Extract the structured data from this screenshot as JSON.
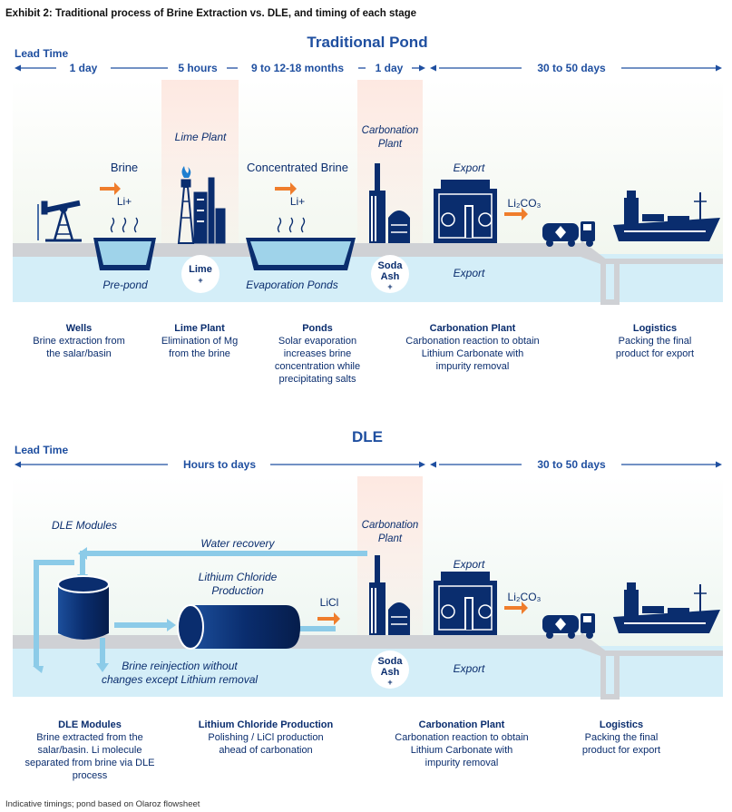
{
  "exhibit_title": "Exhibit 2: Traditional process of Brine Extraction vs. DLE, and timing of each stage",
  "footnote": "Indicative timings; pond based on Olaroz flowsheet",
  "traditional": {
    "title": "Traditional Pond",
    "lead_time_label": "Lead Time",
    "timings": [
      "1 day",
      "5 hours",
      "9 to 12-18 months",
      "1 day",
      "30 to 50 days"
    ],
    "labels": {
      "brine": "Brine",
      "li1": "Li+",
      "lime_plant": "Lime Plant",
      "conc_brine": "Concentrated Brine",
      "li2": "Li+",
      "carbonation": "Carbonation",
      "plant": "Plant",
      "export_top": "Export",
      "li2co3": "Li₂CO₃",
      "lime_bubble": "Lime",
      "plus1": "+",
      "pre_pond": "Pre-pond",
      "evap_ponds": "Evaporation  Ponds",
      "soda": "Soda",
      "ash": "Ash",
      "plus2": "+",
      "export_bottom": "Export"
    },
    "stages": [
      {
        "title": "Wells",
        "lines": [
          "Brine extraction from",
          "the salar/basin"
        ]
      },
      {
        "title": "Lime Plant",
        "lines": [
          "Elimination of Mg",
          "from the brine"
        ]
      },
      {
        "title": "Ponds",
        "lines": [
          "Solar evaporation",
          "increases brine",
          "concentration while",
          "precipitating salts"
        ]
      },
      {
        "title": "Carbonation Plant",
        "lines": [
          "Carbonation reaction to obtain",
          "Lithium Carbonate with",
          "impurity removal"
        ]
      },
      {
        "title": "Logistics",
        "lines": [
          "Packing the final",
          "product for export"
        ]
      }
    ]
  },
  "dle": {
    "title": "DLE",
    "lead_time_label": "Lead Time",
    "timings": [
      "Hours to days",
      "30 to 50 days"
    ],
    "labels": {
      "dle_modules": "DLE Modules",
      "water_recovery": "Water recovery",
      "licl_prod1": "Lithium Chloride",
      "licl_prod2": "Production",
      "licl": "LiCl",
      "carbonation": "Carbonation",
      "plant": "Plant",
      "export_top": "Export",
      "li2co3": "Li₂CO₃",
      "reinject1": "Brine reinjection without",
      "reinject2": "changes except  Lithium removal",
      "soda": "Soda",
      "ash": "Ash",
      "plus": "+",
      "export_bottom": "Export"
    },
    "stages": [
      {
        "title": "DLE Modules",
        "lines": [
          "Brine extracted from the",
          "salar/basin. Li molecule",
          "separated from brine via DLE",
          "process"
        ]
      },
      {
        "title": "Lithium Chloride Production",
        "lines": [
          "Polishing / LiCl production",
          "ahead of carbonation"
        ]
      },
      {
        "title": "Carbonation Plant",
        "lines": [
          "Carbonation reaction to obtain",
          "Lithium Carbonate with",
          "impurity removal"
        ]
      },
      {
        "title": "Logistics",
        "lines": [
          "Packing the final",
          "product for export"
        ]
      }
    ]
  },
  "colors": {
    "navy": "#0a2d6e",
    "title_blue": "#1f4fa0",
    "water": "#d4eef8",
    "ground": "#dcdde0",
    "highlight": "#fde6de",
    "arrow_orange": "#ef7d2c",
    "pipe": "#8ccbe8"
  }
}
